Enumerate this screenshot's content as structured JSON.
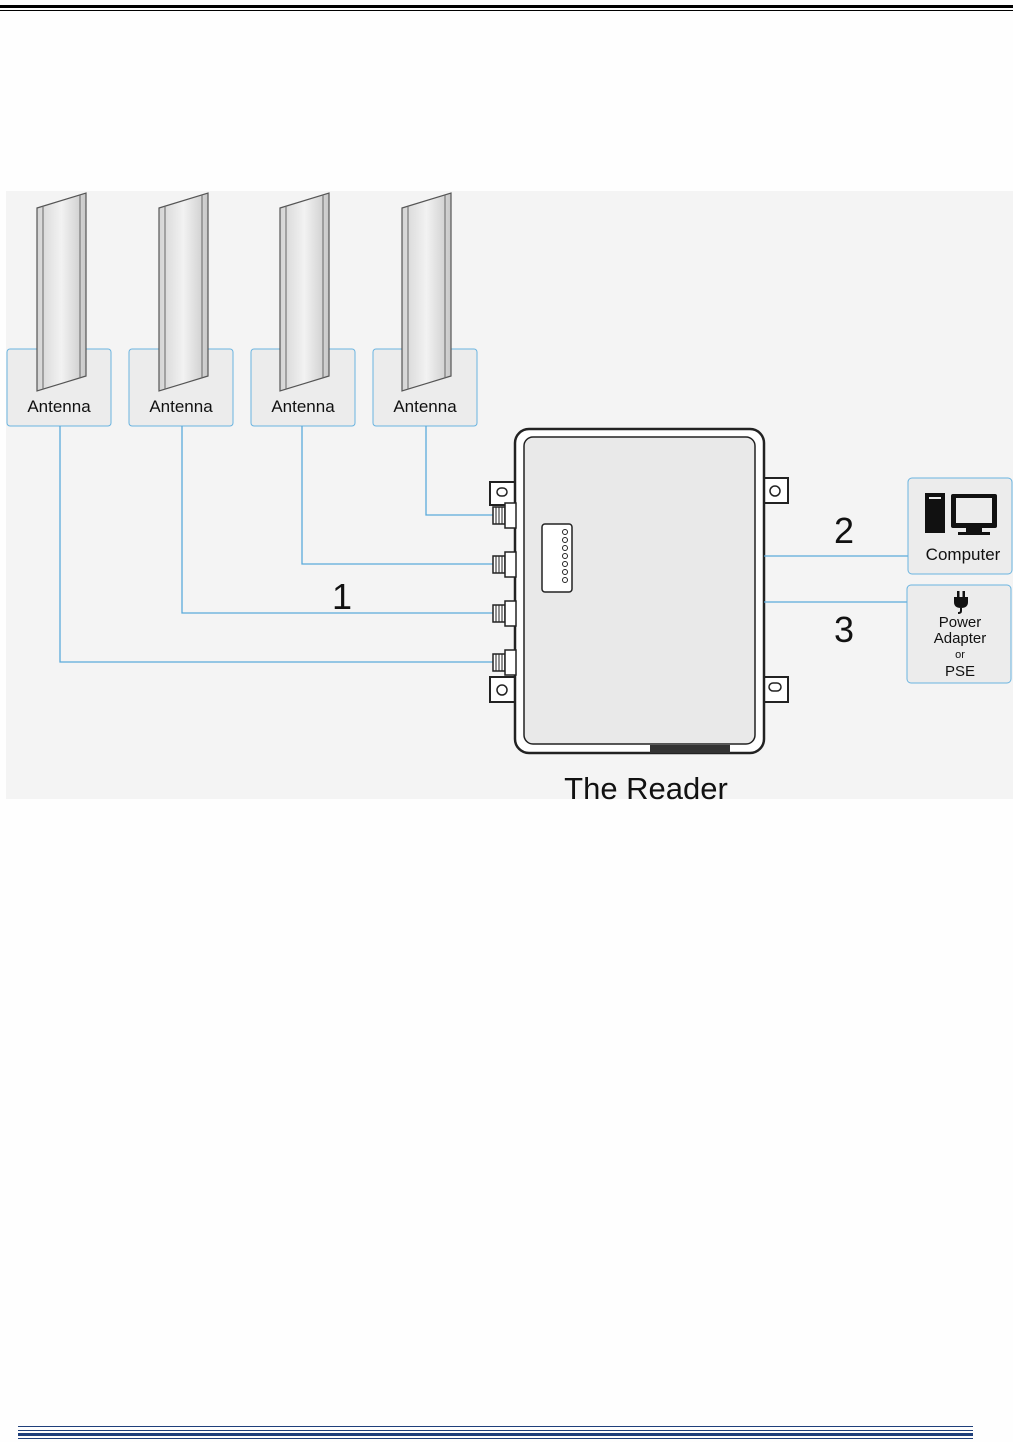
{
  "figure": {
    "antennas": [
      "Antenna",
      "Antenna",
      "Antenna",
      "Antenna"
    ],
    "reader_label": "The Reader",
    "connections": {
      "antenna_cable": "1",
      "computer_cable": "2",
      "power_cable": "3"
    },
    "computer_label": "Computer",
    "power_lines": [
      "Power",
      "Adapter",
      "or",
      "PSE"
    ],
    "icons": {
      "computer": "computer-icon",
      "power": "plug-icon"
    }
  },
  "colors": {
    "line": "#5aaadb",
    "box_border": "#6ab4e0",
    "box_fill": "#ececec",
    "frame": "#f4f4f4"
  }
}
